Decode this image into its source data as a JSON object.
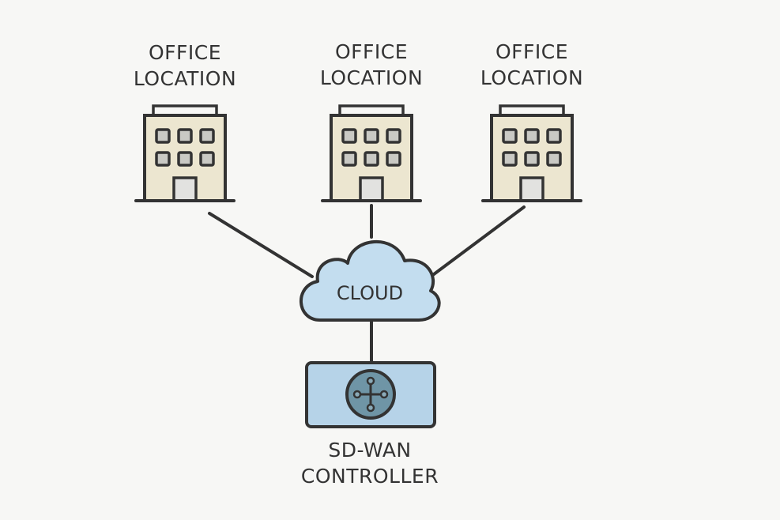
{
  "diagram": {
    "offices": [
      {
        "line1": "OFFICE",
        "line2": "LOCATION"
      },
      {
        "line1": "OFFICE",
        "line2": "LOCATION"
      },
      {
        "line1": "OFFICE",
        "line2": "LOCATION"
      }
    ],
    "cloud": {
      "label": "CLOUD"
    },
    "controller": {
      "line1": "SD-WAN",
      "line2": "CONTROLLER",
      "icon": "network-hub-icon"
    }
  },
  "colors": {
    "background": "#f7f7f5",
    "stroke": "#333333",
    "building_fill": "#ece6d0",
    "window_fill": "#c9c9c4",
    "door_fill": "#e2e2e0",
    "cloud_fill": "#c3ddef",
    "controller_fill": "#b6d3e8",
    "hub_fill": "#6f95a6"
  }
}
